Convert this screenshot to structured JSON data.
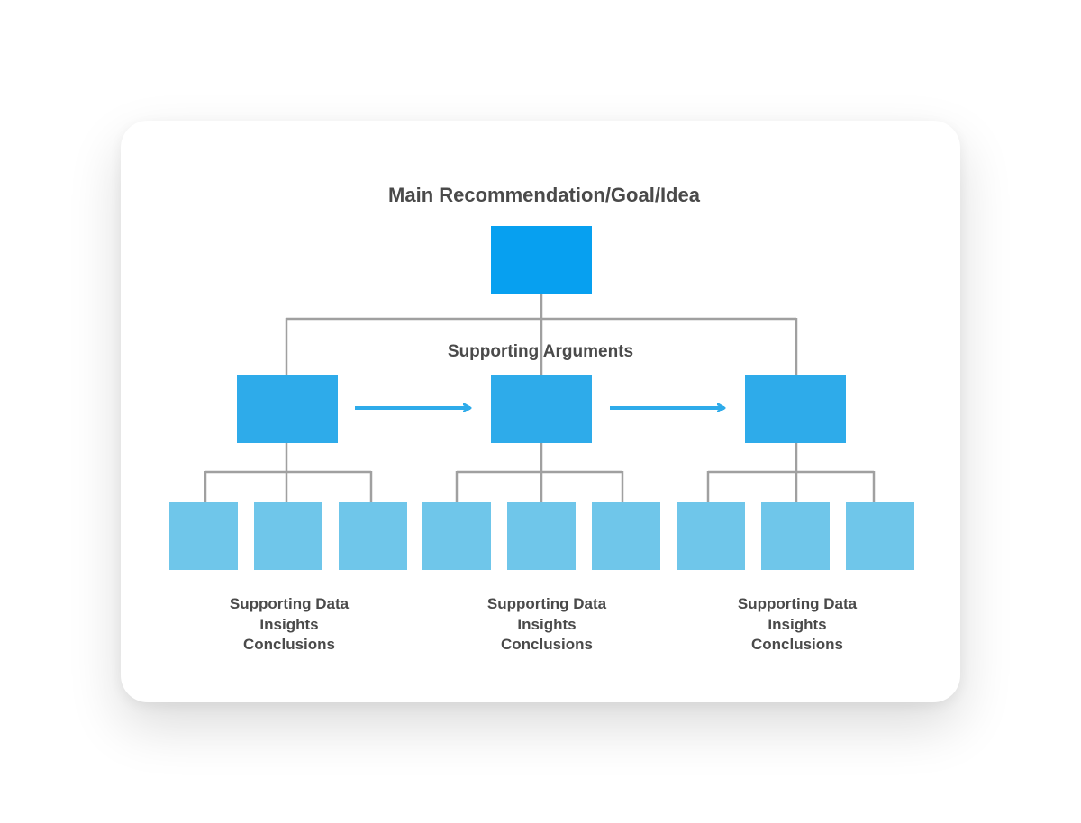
{
  "diagram": {
    "title": "Main Recommendation/Goal/Idea",
    "supporting_label": "Supporting Arguments",
    "groups": [
      {
        "lines": [
          "Supporting Data",
          "Insights",
          "Conclusions"
        ]
      },
      {
        "lines": [
          "Supporting Data",
          "Insights",
          "Conclusions"
        ]
      },
      {
        "lines": [
          "Supporting Data",
          "Insights",
          "Conclusions"
        ]
      }
    ]
  },
  "colors": {
    "top_box": "#07a0f0",
    "argument_box": "#2eabea",
    "data_box": "#6fc6ea",
    "connector": "#a0a0a0",
    "arrow": "#2eabea",
    "text": "#4a4a4a"
  }
}
